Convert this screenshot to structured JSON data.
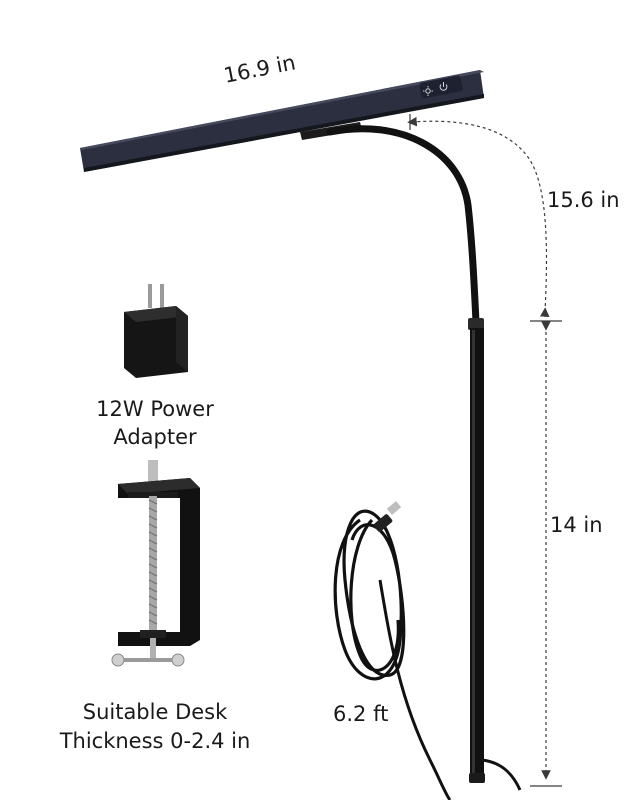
{
  "dimensions": {
    "bar_length": "16.9 in",
    "gooseneck_length": "15.6 in",
    "pole_length": "14 in",
    "cable_length": "6.2 ft"
  },
  "accessories": {
    "adapter_line1": "12W Power",
    "adapter_line2": "Adapter",
    "clamp_line1": "Suitable Desk",
    "clamp_line2": "Thickness 0-2.4 in"
  },
  "icons": {
    "brightness": "sun-icon",
    "power": "power-icon"
  },
  "colors": {
    "lamp_bar": "#2b2f3f",
    "lamp_black": "#111111",
    "dimension_line": "#3a3a3a"
  }
}
